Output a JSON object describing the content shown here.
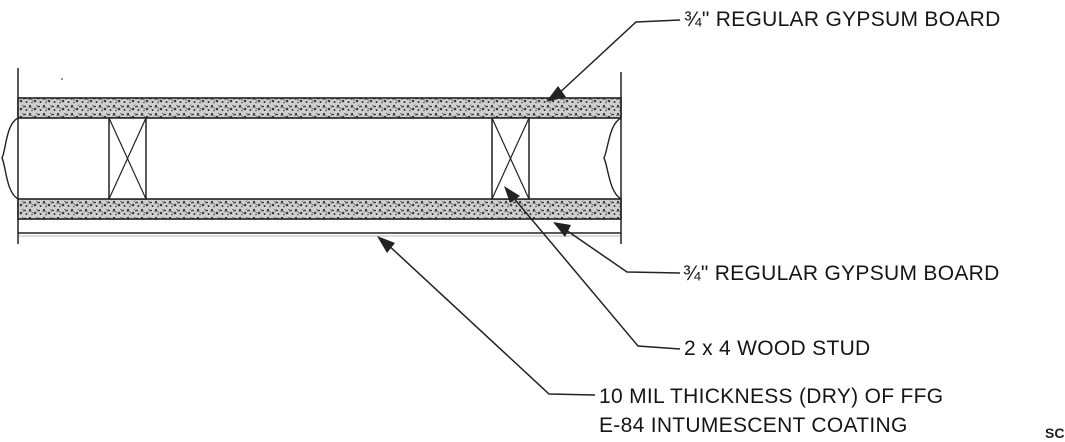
{
  "labels": {
    "top_board": "¾\" REGULAR GYPSUM BOARD",
    "bottom_board": "¾\" REGULAR GYPSUM BOARD",
    "stud": "2 x 4 WOOD STUD",
    "coating_line1": "10 MIL THICKNESS (DRY) OF FFG",
    "coating_line2": "E-84 INTUMESCENT COATING"
  },
  "corner_text": "SC",
  "colors": {
    "ink": "#151515",
    "board_speckle": "#2a2a2a",
    "paper": "#ffffff"
  }
}
